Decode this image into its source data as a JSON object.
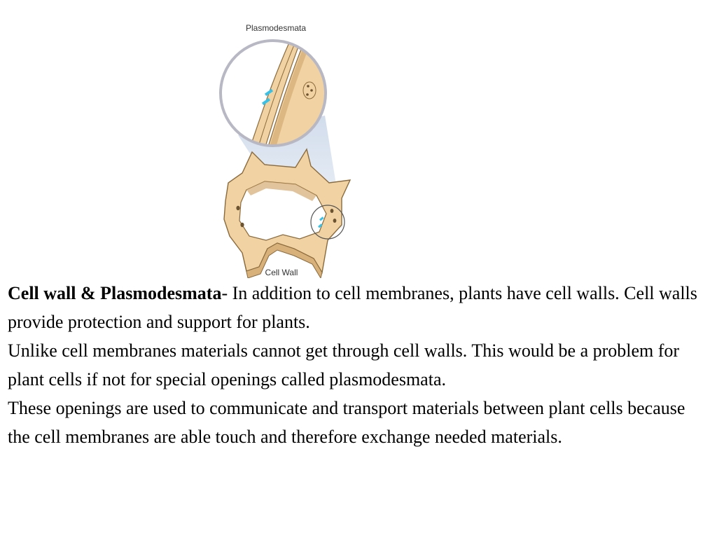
{
  "figure": {
    "label_top": "Plasmodesmata",
    "label_bottom": "Cell Wall",
    "colors": {
      "wall_fill": "#f1d2a2",
      "wall_shadow": "#d7b07a",
      "wall_outline": "#8a6a3c",
      "channel": "#36c2e8",
      "lens_ring": "#b8b8c4",
      "beam": "#c9d6e8"
    }
  },
  "text": {
    "term": "Cell wall & Plasmodesmata",
    "p1_rest": "- In addition to cell membranes, plants have cell walls. Cell walls  provide protection and support for plants.",
    "p2": "Unlike cell membranes materials cannot get through cell walls. This would be a problem for plant cells if not for special openings called plasmodesmata.",
    "p3": "These openings are used to communicate and transport materials between plant cells because the cell membranes are able touch and therefore exchange needed materials."
  }
}
